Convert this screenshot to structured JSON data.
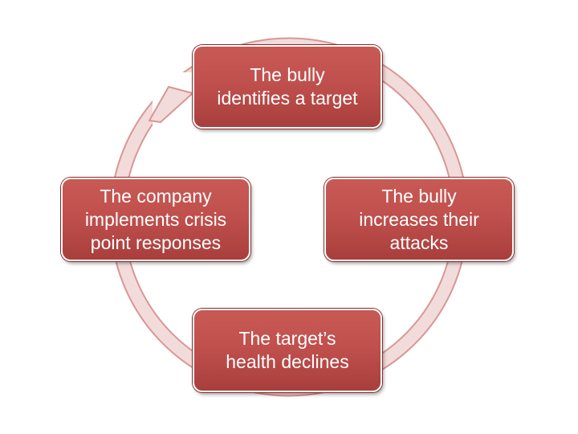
{
  "diagram": {
    "type": "cycle",
    "colors": {
      "node_fill": "#c0504d",
      "node_border": "#ffffff",
      "node_text": "#ffffff",
      "ring_fill": "#f2dcdb",
      "ring_stroke": "#d99694"
    },
    "steps": [
      {
        "label_lines": [
          "The bully",
          "identifies a target"
        ]
      },
      {
        "label_lines": [
          "The bully",
          "increases their",
          "attacks"
        ]
      },
      {
        "label_lines": [
          "The target’s",
          "health declines"
        ]
      },
      {
        "label_lines": [
          "The company",
          "implements crisis",
          "point responses"
        ]
      }
    ]
  }
}
